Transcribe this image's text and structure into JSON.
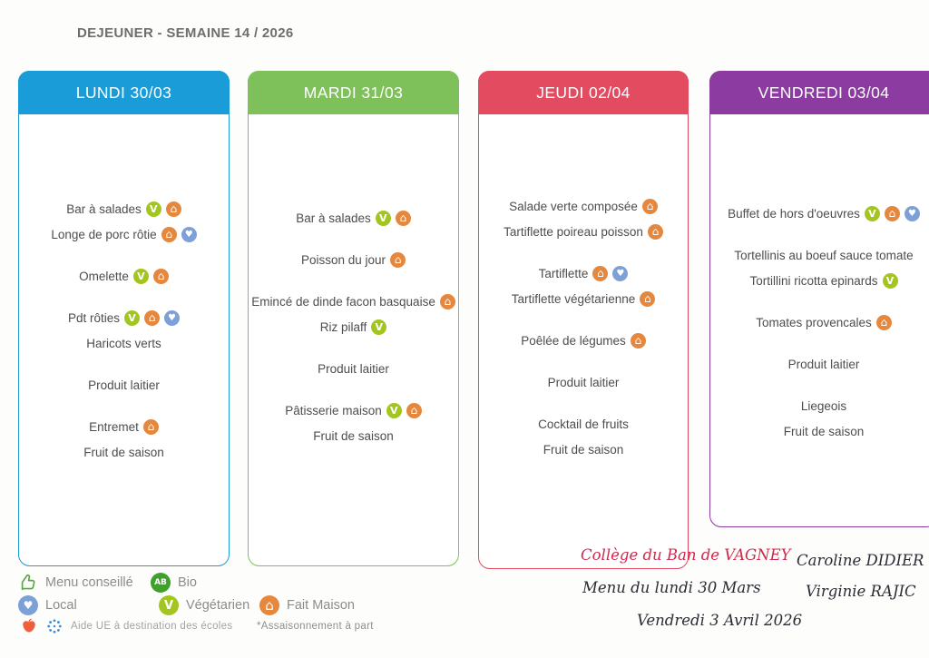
{
  "title": "DEJEUNER - SEMAINE 14 / 2026",
  "columns": [
    {
      "day": "LUNDI 30/03",
      "color": "#1a9cd8",
      "groups": [
        [
          {
            "text": "Bar à salades",
            "icons": [
              "vegetarien",
              "fait-maison"
            ]
          },
          {
            "text": "Longe de porc rôtie",
            "icons": [
              "fait-maison",
              "local"
            ]
          }
        ],
        [
          {
            "text": "Omelette",
            "icons": [
              "vegetarien",
              "fait-maison"
            ]
          }
        ],
        [
          {
            "text": "Pdt rôties",
            "icons": [
              "vegetarien",
              "fait-maison",
              "local"
            ]
          },
          {
            "text": "Haricots verts",
            "icons": []
          }
        ],
        [
          {
            "text": "Produit laitier",
            "icons": []
          }
        ],
        [
          {
            "text": "Entremet",
            "icons": [
              "fait-maison"
            ]
          },
          {
            "text": "Fruit de saison",
            "icons": []
          }
        ]
      ]
    },
    {
      "day": "MARDI 31/03",
      "color": "#7ec15b",
      "groups": [
        [
          {
            "text": "Bar à salades",
            "icons": [
              "vegetarien",
              "fait-maison"
            ]
          }
        ],
        [
          {
            "text": "Poisson du jour",
            "icons": [
              "fait-maison"
            ]
          }
        ],
        [
          {
            "text": "Emincé de dinde facon basquaise",
            "icons": [
              "fait-maison"
            ]
          },
          {
            "text": "Riz pilaff",
            "icons": [
              "vegetarien"
            ]
          }
        ],
        [
          {
            "text": "Produit laitier",
            "icons": []
          }
        ],
        [
          {
            "text": "Pâtisserie maison",
            "icons": [
              "vegetarien",
              "fait-maison"
            ]
          },
          {
            "text": "Fruit de saison",
            "icons": []
          }
        ]
      ]
    },
    {
      "day": "JEUDI 02/04",
      "color": "#e24b60",
      "groups": [
        [
          {
            "text": "Salade verte composée",
            "icons": [
              "fait-maison"
            ]
          },
          {
            "text": "Tartiflette poireau poisson",
            "icons": [
              "fait-maison"
            ]
          }
        ],
        [
          {
            "text": "Tartiflette",
            "icons": [
              "fait-maison",
              "local"
            ]
          },
          {
            "text": "Tartiflette végétarienne",
            "icons": [
              "fait-maison"
            ]
          }
        ],
        [
          {
            "text": "Poêlée de légumes",
            "icons": [
              "fait-maison"
            ]
          }
        ],
        [
          {
            "text": "Produit laitier",
            "icons": []
          }
        ],
        [
          {
            "text": "Cocktail de fruits",
            "icons": []
          },
          {
            "text": "Fruit de saison",
            "icons": []
          }
        ]
      ]
    },
    {
      "day": "VENDREDI 03/04",
      "color": "#8c3ba0",
      "groups": [
        [
          {
            "text": "Buffet de hors d'oeuvres",
            "icons": [
              "vegetarien",
              "fait-maison",
              "local"
            ]
          }
        ],
        [
          {
            "text": "Tortellinis au boeuf sauce tomate",
            "icons": []
          },
          {
            "text": "Tortillini ricotta epinards",
            "icons": [
              "vegetarien"
            ]
          }
        ],
        [
          {
            "text": "Tomates provencales",
            "icons": [
              "fait-maison"
            ]
          }
        ],
        [
          {
            "text": "Produit laitier",
            "icons": []
          }
        ],
        [
          {
            "text": "Liegeois",
            "icons": []
          },
          {
            "text": "Fruit de saison",
            "icons": []
          }
        ]
      ]
    }
  ],
  "icons": {
    "vegetarien": {
      "label": "Végétarien",
      "glyph": "V",
      "color": "#a3c520"
    },
    "fait-maison": {
      "label": "Fait Maison",
      "glyph": "⌂",
      "color": "#e6873e"
    },
    "local": {
      "label": "Local",
      "glyph": "♥",
      "color": "#7da0d8"
    },
    "bio": {
      "label": "Bio",
      "glyph": "AB",
      "color": "#3fa02b"
    },
    "menu-conseille": {
      "label": "Menu conseillé",
      "color": "#5aa646"
    },
    "aide-ue": {
      "label": "Aide UE à destination des écoles"
    },
    "assaisonnement": {
      "label": "*Assaisonnement à part"
    }
  },
  "footer": {
    "school": "Collège du Ban de VAGNEY",
    "menu_line1": "Menu du lundi 30  Mars",
    "menu_line2": "Vendredi 3 Avril  2026",
    "signature1": "Caroline DIDIER",
    "signature2": "Virginie RAJIC"
  }
}
